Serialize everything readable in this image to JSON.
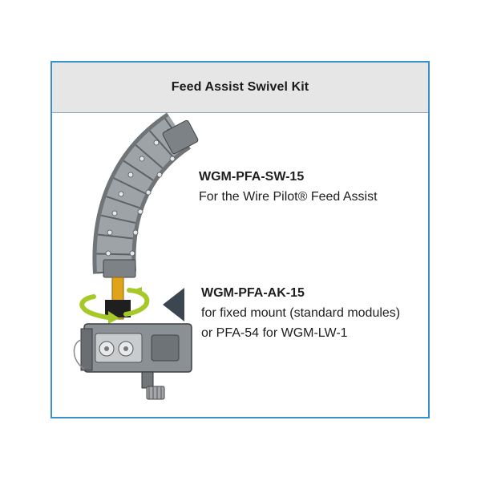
{
  "header": {
    "title": "Feed Assist Swivel Kit"
  },
  "items": [
    {
      "code": "WGM-PFA-SW-15",
      "description": "For the Wire Pilot® Feed Assist"
    },
    {
      "code": "WGM-PFA-AK-15",
      "description": "for fixed mount (standard modules) or PFA-54 for WGM-LW-1"
    }
  ],
  "colors": {
    "border": "#3a90cc",
    "header_bg": "#e6e6e6",
    "swivel_ring": "#a6c92a",
    "post": "#e0a31a",
    "pointer": "#3b4650"
  }
}
